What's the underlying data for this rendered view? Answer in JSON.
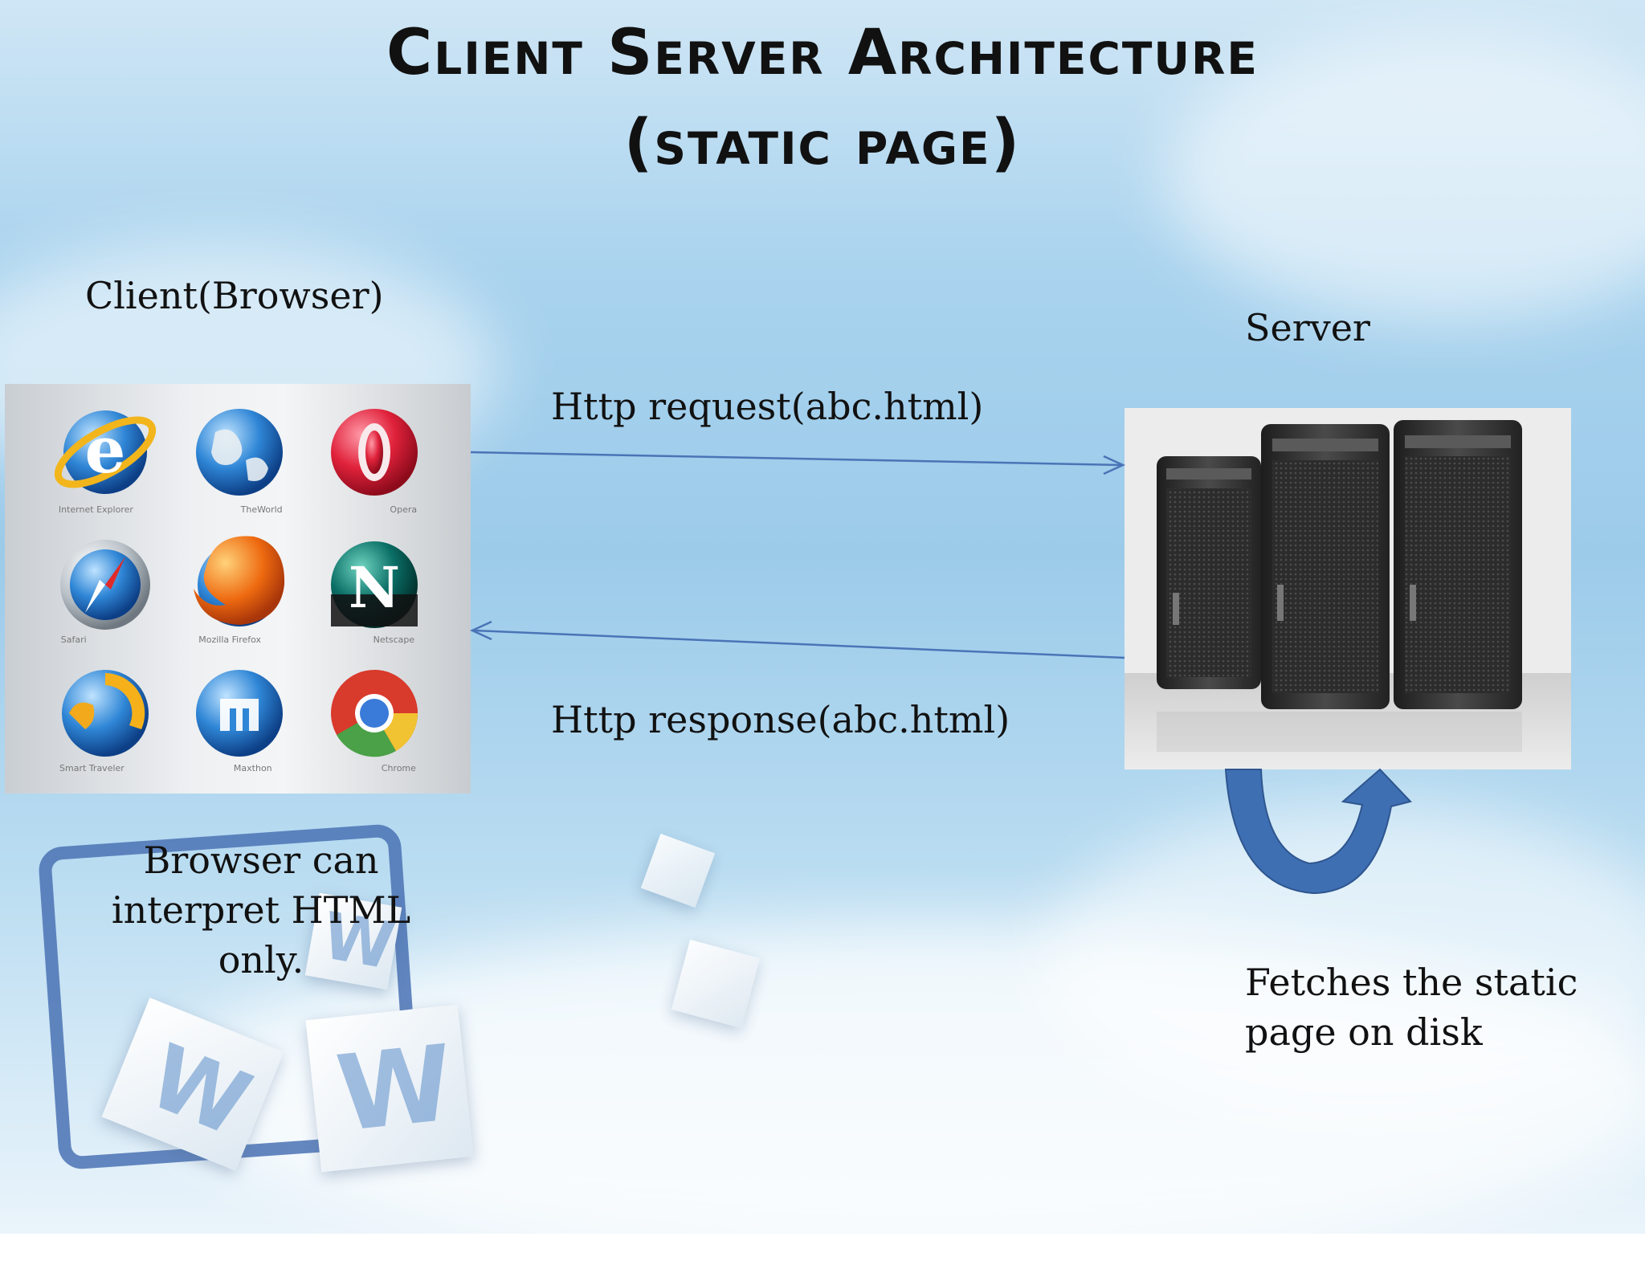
{
  "title_line1": "Client Server Architecture",
  "title_line2": "(static page)",
  "client_label": "Client(Browser)",
  "server_label": "Server",
  "request_label": "Http request(abc.html)",
  "response_label": "Http response(abc.html)",
  "browser_note": [
    "Browser can",
    "interpret HTML",
    "only."
  ],
  "server_note": [
    "Fetches the static",
    "page on disk"
  ],
  "colors": {
    "arrow_line": "#4a74b6",
    "loop_arrow": "#3f6fb3",
    "text": "#111111"
  },
  "browser_icons": [
    {
      "name": "internet-explorer-icon",
      "caption": "Internet Explorer"
    },
    {
      "name": "theworld-icon",
      "caption": "TheWorld"
    },
    {
      "name": "opera-icon",
      "caption": "Opera"
    },
    {
      "name": "safari-icon",
      "caption": "Safari"
    },
    {
      "name": "firefox-icon",
      "caption": "Mozilla Firefox"
    },
    {
      "name": "netscape-icon",
      "caption": "Netscape"
    },
    {
      "name": "sogou-browser-icon",
      "caption": "Smart Traveler"
    },
    {
      "name": "maxthon-icon",
      "caption": "Maxthon"
    },
    {
      "name": "chrome-icon",
      "caption": "Chrome"
    }
  ],
  "cube_letters": [
    "W",
    "W",
    "W"
  ]
}
